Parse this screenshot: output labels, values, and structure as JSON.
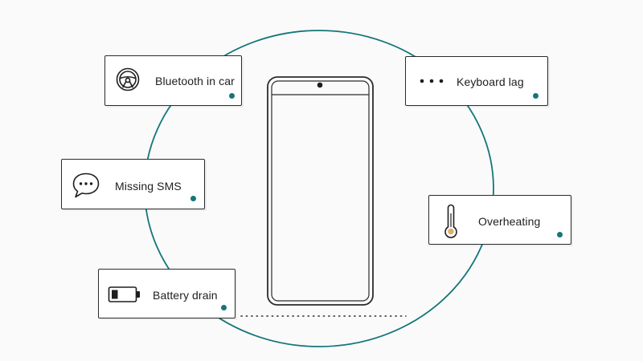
{
  "accent_color": "#15767a",
  "cards": {
    "bluetooth": {
      "label": "Bluetooth in car",
      "icon": "steering-wheel-icon"
    },
    "keyboard": {
      "label": "Keyboard lag",
      "icon": "ellipsis-icon"
    },
    "sms": {
      "label": "Missing SMS",
      "icon": "chat-bubble-icon"
    },
    "overheating": {
      "label": "Overheating",
      "icon": "thermometer-icon"
    },
    "battery": {
      "label": "Battery drain",
      "icon": "battery-icon"
    }
  }
}
